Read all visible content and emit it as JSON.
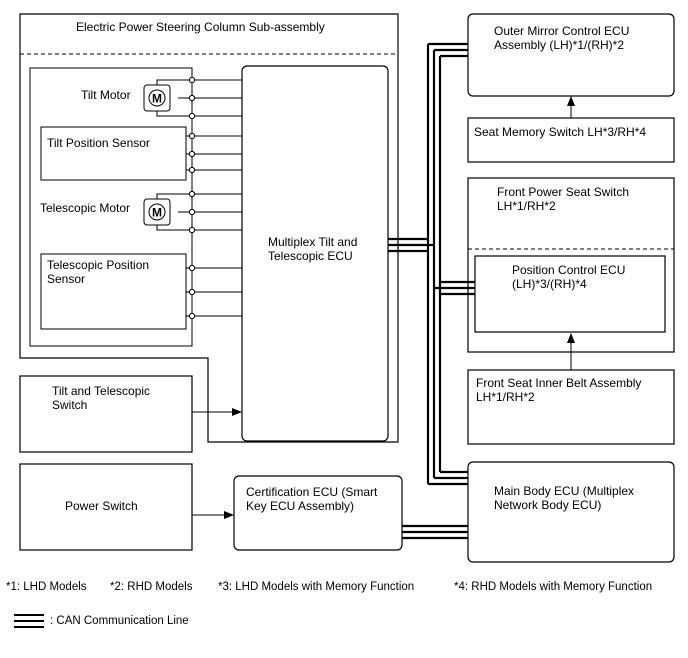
{
  "diagram": {
    "blocks": {
      "column": "Electric Power Steering Column Sub-assembly",
      "tilt_motor": "Tilt Motor",
      "tilt_sensor": "Tilt Position Sensor",
      "telescopic_motor": "Telescopic Motor",
      "telescopic_sensor_line1": "Telescopic Position",
      "telescopic_sensor_line2": "Sensor",
      "ecu_line1": "Multiplex Tilt and",
      "ecu_line2": "Telescopic ECU",
      "tilt_switch_line1": "Tilt and Telescopic",
      "tilt_switch_line2": "Switch",
      "power_switch": "Power Switch",
      "cert_ecu_line1": "Certification ECU (Smart",
      "cert_ecu_line2": "Key ECU Assembly)",
      "mirror_ecu_line1": "Outer Mirror Control ECU",
      "mirror_ecu_line2": "Assembly (LH)*1/(RH)*2",
      "seat_memory_switch": "Seat Memory Switch LH*3/RH*4",
      "front_seat_switch_line1": "Front Power Seat Switch",
      "front_seat_switch_line2": "LH*1/RH*2",
      "position_ecu_line1": "Position Control ECU",
      "position_ecu_line2": "(LH)*3/(RH)*4",
      "belt_line1": "Front Seat Inner Belt Assembly",
      "belt_line2": "LH*1/RH*2",
      "main_body_line1": "Main Body ECU (Multiplex",
      "main_body_line2": "Network Body ECU)",
      "motor_symbol": "M"
    },
    "notes": [
      "*1: LHD Models",
      "*2: RHD Models",
      "*3: LHD Models with Memory Function",
      "*4: RHD Models with Memory Function"
    ],
    "legend": {
      "can_line": ": CAN Communication Line"
    }
  }
}
